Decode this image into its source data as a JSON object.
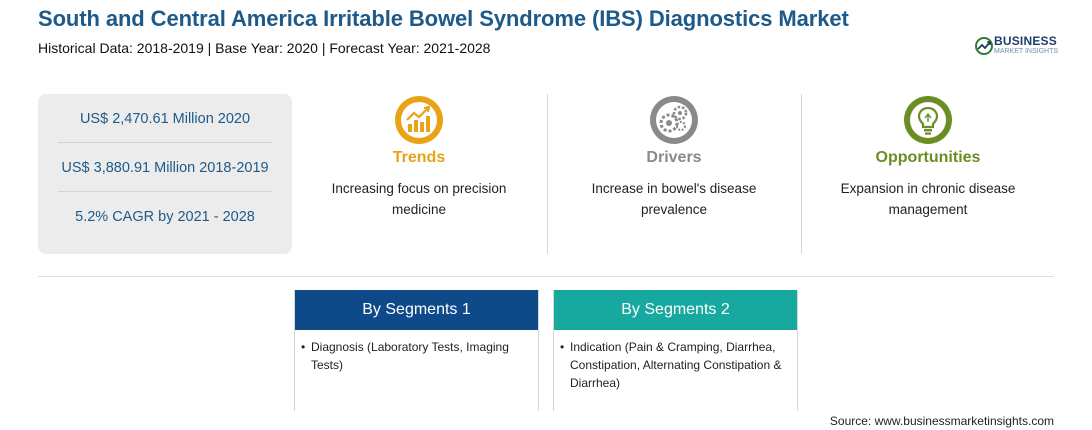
{
  "header": {
    "title": "South and Central America Irritable Bowel Syndrome (IBS) Diagnostics Market",
    "subtitle": "Historical Data: 2018-2019 | Base Year: 2020 | Forecast Year: 2021-2028"
  },
  "logo": {
    "name": "BUSINESS",
    "tagline": "MARKET INSIGHTS"
  },
  "stats": [
    "US$ 2,470.61 Million 2020",
    "US$ 3,880.91 Million 2018-2019",
    "5.2% CAGR by 2021 - 2028"
  ],
  "highlights": [
    {
      "title": "Trends",
      "description": "Increasing focus on precision medicine",
      "color": "#e8a317",
      "icon": "rising-chart-icon"
    },
    {
      "title": "Drivers",
      "description": "Increase in bowel's disease prevalence",
      "color": "#8a8a8a",
      "icon": "gears-icon"
    },
    {
      "title": "Opportunities",
      "description": "Expansion in chronic disease management",
      "color": "#6b8e23",
      "icon": "lightbulb-icon"
    }
  ],
  "segments": [
    {
      "title": "By Segments 1",
      "bullet": "•",
      "item": "Diagnosis (Laboratory Tests, Imaging Tests)",
      "color": "#0e4a8a"
    },
    {
      "title": "By Segments 2",
      "bullet": "•",
      "item": "Indication (Pain & Cramping, Diarrhea, Constipation, Alternating Constipation & Diarrhea)",
      "color": "#17a8a0"
    }
  ],
  "footer": {
    "source": "Source: www.businessmarketinsights.com"
  }
}
